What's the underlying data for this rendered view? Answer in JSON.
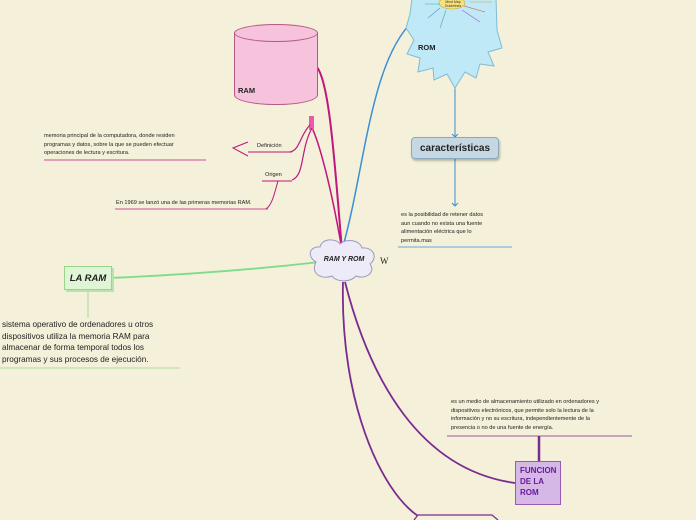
{
  "center": {
    "title": "RAM Y ROM",
    "wiki_icon": "W"
  },
  "ram": {
    "label": "RAM"
  },
  "rom": {
    "label": "ROM",
    "thumb_label": "Mind Map Guidelines"
  },
  "caracteristicas": {
    "title": "características",
    "text": [
      "es la posibilidad de retener datos",
      "aun cuando no exista una fuente",
      "alimentación eléctrica que lo",
      "permita.mas"
    ]
  },
  "definicion": {
    "label": "Definición",
    "text": [
      "memoria principal de la computadora, donde residen",
      "programas y datos, sobre la que se pueden efectuar",
      "operaciones de lectura y escritura."
    ]
  },
  "origen": {
    "label": "Origen",
    "text": "En 1969 se lanzó una de las primeras memorias RAM."
  },
  "la_ram": {
    "title": "LA RAM",
    "text": [
      "sistema operativo de ordenadores u otros",
      "dispositivos utiliza la memoria RAM para",
      "almacenar de forma temporal todos los",
      "programas y sus procesos de ejecución."
    ]
  },
  "funcion_rom": {
    "title": [
      "FUNCION",
      "DE LA",
      "ROM"
    ],
    "text": [
      "es un medio de almacenamiento utilizado en ordenadores y",
      "dispositivos electrónicos, que permite solo la lectura de la",
      "información y no su escritura,  independientemente de la",
      "presencia o no de una fuente de energía."
    ]
  },
  "colors": {
    "background": "#f4f0d9",
    "magenta": "#c0177e",
    "blue": "#3a8fd6",
    "green": "#7ddc8a",
    "purple": "#7b2a8f",
    "cyan": "#bfe9f7"
  }
}
